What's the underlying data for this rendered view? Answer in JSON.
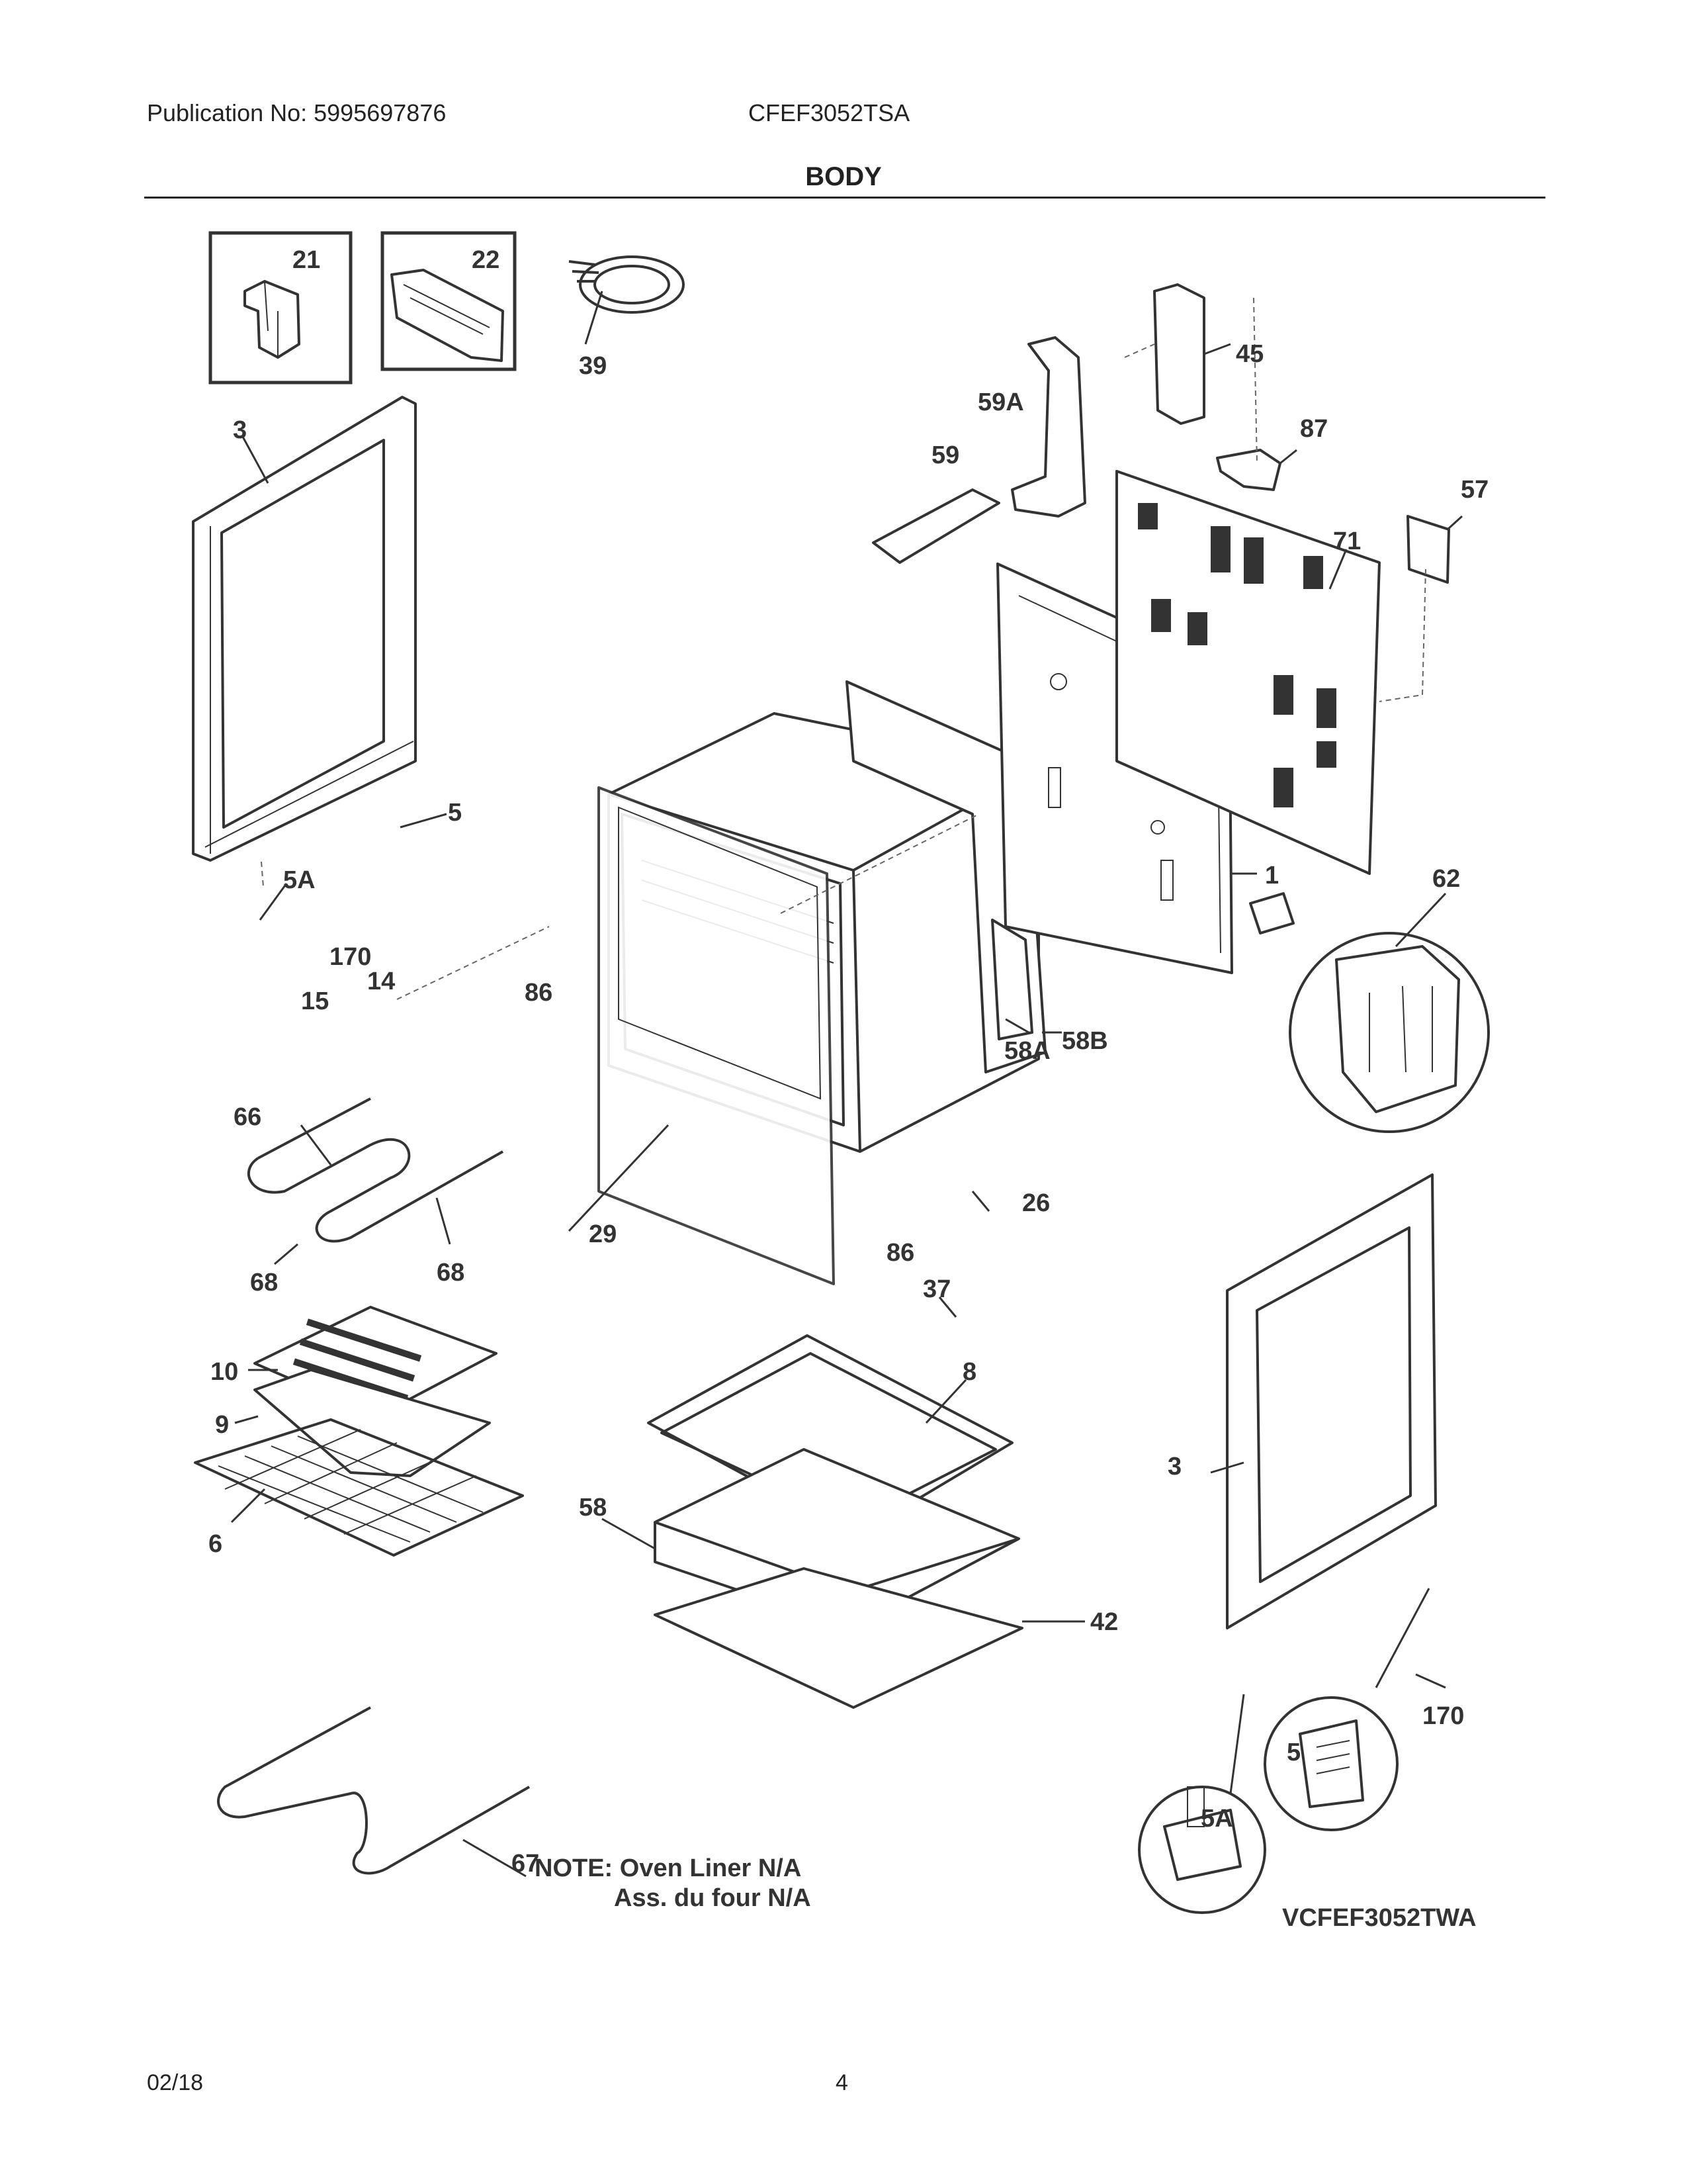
{
  "header": {
    "publication": "Publication No: 5995697876",
    "model": "CFEF3052TSA",
    "section_title": "BODY"
  },
  "callouts": [
    "21",
    "22",
    "39",
    "45",
    "59A",
    "87",
    "59",
    "57",
    "71",
    "3",
    "5",
    "5A",
    "170",
    "14",
    "15",
    "86",
    "1",
    "62",
    "58A",
    "58B",
    "66",
    "29",
    "26",
    "86",
    "68",
    "68",
    "37",
    "10",
    "8",
    "9",
    "3",
    "58",
    "6",
    "42",
    "170",
    "5",
    "5A",
    "67"
  ],
  "notes": {
    "line1": "NOTE: Oven Liner N/A",
    "line2": "Ass. du four N/A",
    "variant_model": "VCFEF3052TWA"
  },
  "footer": {
    "date": "02/18",
    "page": "4"
  }
}
